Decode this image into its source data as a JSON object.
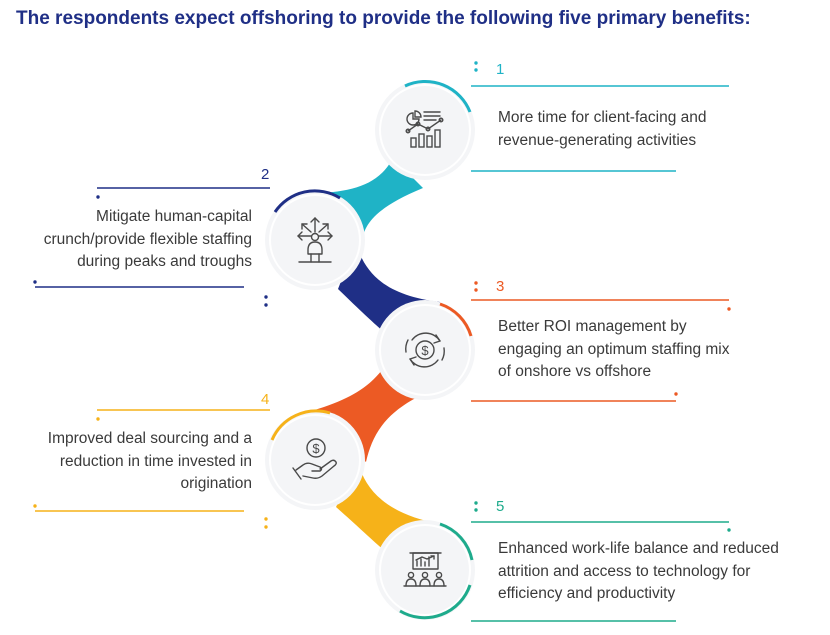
{
  "title": "The respondents expect offshoring to provide the following five primary benefits:",
  "colors": {
    "title": "#1f2f86",
    "teal": "#1fb3c6",
    "navy": "#1f2f86",
    "orange": "#ec5a24",
    "gold": "#f6b219",
    "green": "#1eab8c",
    "circle_fill": "#f4f5f7",
    "icon": "#4a4a4a"
  },
  "benefits": [
    {
      "number": "1",
      "lines": [
        "More time for client-facing and",
        "revenue-generating activities"
      ],
      "icon": "analytics-chart-icon",
      "color": "teal"
    },
    {
      "number": "2",
      "lines": [
        "Mitigate human-capital",
        "crunch/provide flexible staffing",
        "during peaks and troughs"
      ],
      "icon": "person-directions-icon",
      "color": "navy"
    },
    {
      "number": "3",
      "lines": [
        "Better ROI management by",
        "engaging an optimum staffing mix",
        "of onshore vs offshore"
      ],
      "icon": "dollar-cycle-icon",
      "color": "orange"
    },
    {
      "number": "4",
      "lines": [
        "Improved deal sourcing and a",
        "reduction in time invested in",
        "origination"
      ],
      "icon": "hand-coin-icon",
      "color": "gold"
    },
    {
      "number": "5",
      "lines": [
        "Enhanced work-life balance and reduced",
        "attrition and access to technology for",
        "efficiency and productivity"
      ],
      "icon": "team-presentation-icon",
      "color": "green"
    }
  ]
}
